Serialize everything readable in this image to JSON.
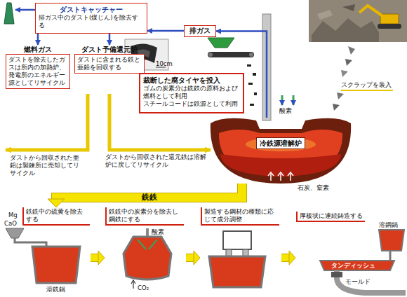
{
  "diagram": {
    "nodes": [
      {
        "text": [
          "ダストキャッチャー",
          "排ガス中のダスト(煤じん)を除去する"
        ]
      },
      {
        "text": [
          "排ガス"
        ]
      },
      {
        "text": [
          "燃料ガス",
          "ダストを除去したガスは所内の加熱炉、発電所のエネルギー源としてリサイクル"
        ]
      },
      {
        "text": [
          "ダスト予備還元炉",
          "ダストに含まれる鉄と亜鉛を回収する"
        ]
      },
      {
        "text": [
          "裁断した廃タイヤを投入",
          "ゴムの炭素分は銑鉄の原料および燃料として利用",
          "スチールコードは鉄源として利用"
        ]
      },
      {
        "text": [
          "冷鉄源溶解炉"
        ]
      },
      {
        "text": [
          "鉄銑中の硫黄を除去する"
        ]
      },
      {
        "text": [
          "鉄銑中の炭素分を除去し鋼鉄にする"
        ]
      },
      {
        "text": [
          "製造する鋼材の種類に応じて成分調整"
        ]
      },
      {
        "text": [
          "厚板状に連続鋳造する"
        ]
      }
    ],
    "edges": [
      {
        "from": 5,
        "to": 1,
        "arrow": "to"
      },
      {
        "from": 1,
        "to": 0,
        "arrow": "to"
      },
      {
        "from": 0,
        "to": 2,
        "arrow": "to"
      },
      {
        "from": 0,
        "to": 3,
        "arrow": "to"
      },
      {
        "from": 3,
        "to": 5,
        "label": "ダストから回収された還元鉄は溶解炉に戻してリサイクル",
        "arrow": "to"
      },
      {
        "from": 5,
        "to": 6,
        "label": "銑鉄",
        "arrow": "to"
      },
      {
        "from": 6,
        "to": 7,
        "arrow": "to"
      },
      {
        "from": 7,
        "to": 8,
        "arrow": "to"
      },
      {
        "from": 8,
        "to": 9,
        "arrow": "to"
      }
    ],
    "labels": [
      "10cm",
      "スクラップを装入",
      "酸素",
      "石炭、窒素",
      "ダストから回収された亜鉛は製錬所に売却してリサイクル",
      "Mg",
      "CaO",
      "溶銑鍋",
      "酸素",
      "CO₂",
      "溶鋼鍋",
      "タンディッシュ",
      "モールド"
    ]
  }
}
